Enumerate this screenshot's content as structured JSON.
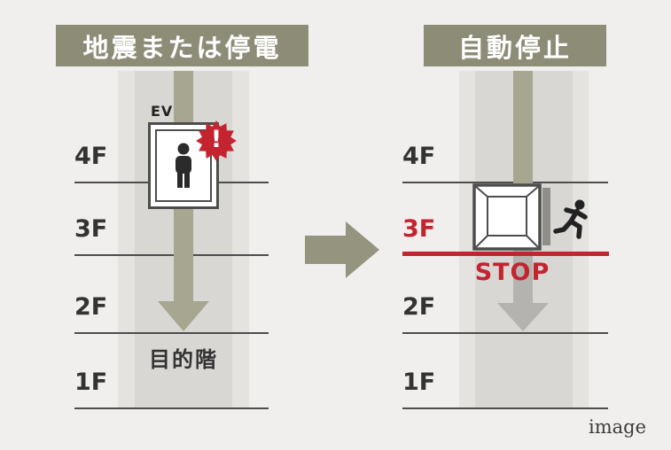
{
  "left_panel": {
    "header": "地震または停電",
    "ev_label": "EV",
    "warning_mark": "!",
    "floors": [
      "4F",
      "3F",
      "2F",
      "1F"
    ],
    "destination_label": "目的階"
  },
  "right_panel": {
    "header": "自動停止",
    "floors": [
      "4F",
      "3F",
      "2F",
      "1F"
    ],
    "stop_label": "STOP"
  },
  "watermark": "image",
  "icons": {
    "warning": "exclamation-burst-icon",
    "passenger": "standing-person-icon",
    "evacuee": "running-person-icon",
    "transition": "right-block-arrow-icon",
    "descent": "down-block-arrow-icon"
  },
  "colors": {
    "background": "#f0efed",
    "banner": "#8d8c77",
    "shaft_outer": "#e4e3df",
    "shaft_inner": "#d8d7d3",
    "descent_arrow": "#a7a691",
    "stopped_arrow": "#b4b3af",
    "alert_red": "#c32430",
    "floor_line": "#4d4d4d",
    "text": "#333333"
  }
}
